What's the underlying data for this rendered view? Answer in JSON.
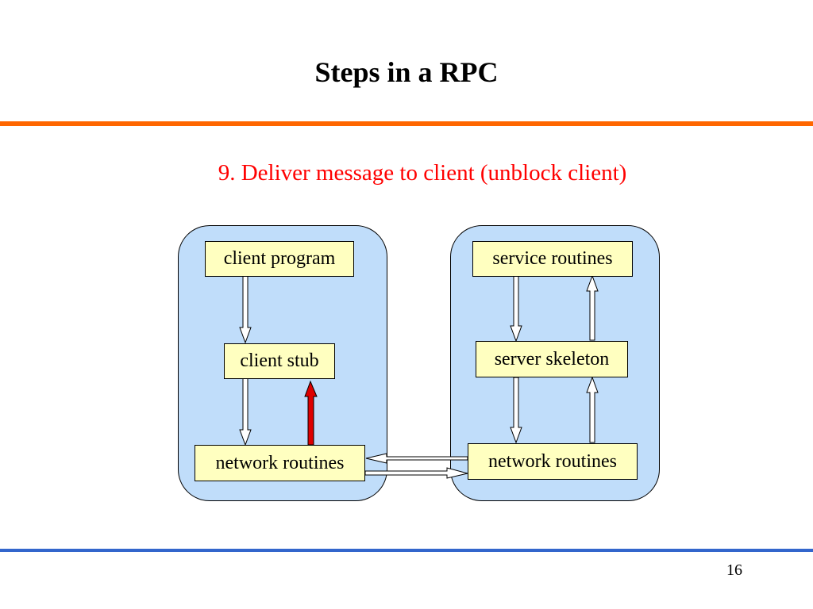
{
  "slide": {
    "title": "Steps in a RPC",
    "step_text": "9. Deliver message to client (unblock client)",
    "page_number": "16"
  },
  "diagram": {
    "client": {
      "program_label": "client program",
      "stub_label": "client stub",
      "network_label": "network routines"
    },
    "server": {
      "routines_label": "service routines",
      "skeleton_label": "server skeleton",
      "network_label": "network routines"
    }
  },
  "colors": {
    "orange_rule": "#ff6600",
    "blue_rule": "#3366cc",
    "step_text": "#ff0000",
    "machine_fill": "#c0ddfa",
    "box_fill": "#ffffc0",
    "active_arrow": "#dd0000",
    "arrow_fill": "#ffffff"
  }
}
